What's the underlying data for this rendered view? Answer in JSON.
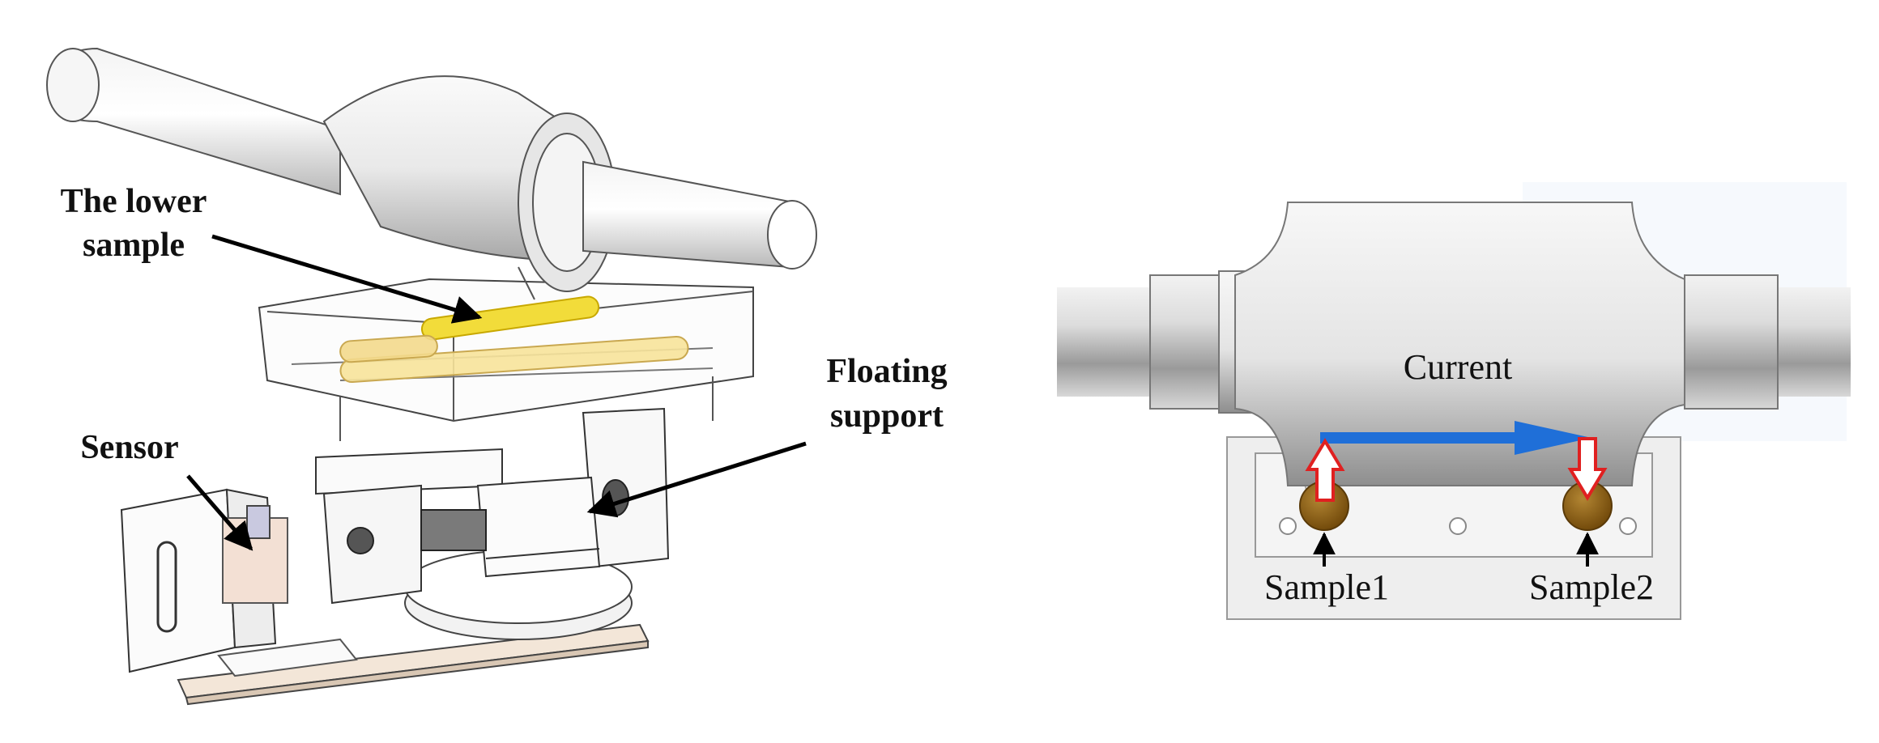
{
  "figure": {
    "left_panel": {
      "labels": {
        "lower_sample_line1": "The lower",
        "lower_sample_line2": "sample",
        "floating_line1": "Floating",
        "floating_line2": "support",
        "sensor": "Sensor"
      },
      "colors": {
        "sample": "#f2dc3a",
        "sensor": "#f3e0d4",
        "line": "#444444"
      }
    },
    "right_panel": {
      "labels": {
        "current": "Current",
        "sample1": "Sample1",
        "sample2": "Sample2"
      },
      "colors": {
        "current_arrow": "#1f6fd8",
        "force_arrow": "#e02020",
        "sample": "#8a5a10"
      }
    }
  }
}
